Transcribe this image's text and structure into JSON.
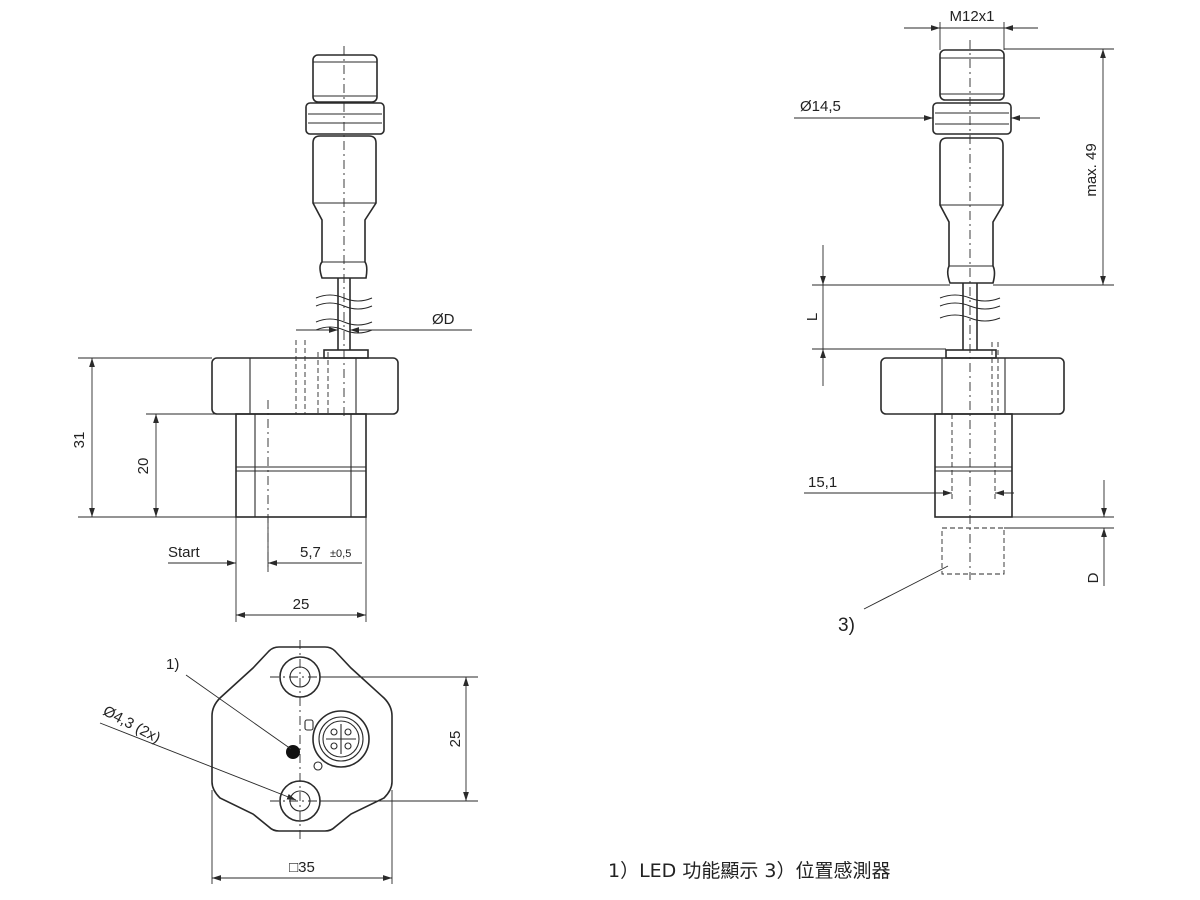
{
  "drawing": {
    "labels": {
      "thread": "M12x1",
      "nut_diameter": "Ø14,5",
      "max_length": "max. 49",
      "cable_diameter": "ØD",
      "cable_length": "L",
      "height_31": "31",
      "height_20": "20",
      "start": "Start",
      "offset": "5,7",
      "offset_tol": "±0,5",
      "width_25": "25",
      "width_15_1": "15,1",
      "dist_d": "D",
      "callout_3": "3)",
      "callout_1": "1)",
      "hole_dia": "Ø4,3 (2x)",
      "pitch_25": "25",
      "square_35": "□35"
    },
    "legend": "1）LED 功能顯示  3）位置感測器"
  }
}
